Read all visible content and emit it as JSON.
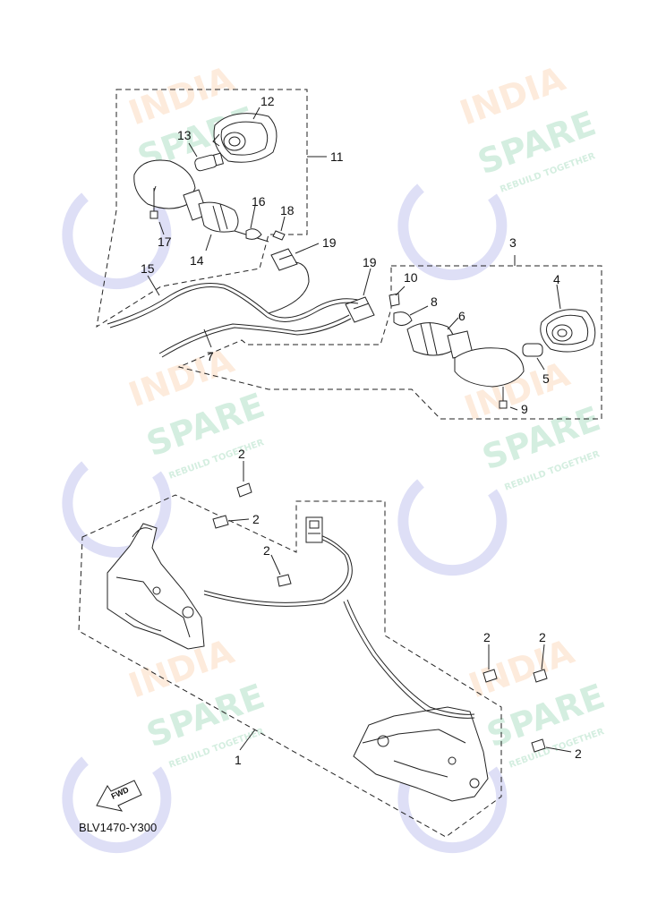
{
  "diagram_code": "BLV1470-Y300",
  "fwd_label": "FWD",
  "watermark": {
    "line1": "INDIA",
    "line2": "SPARE",
    "tagline": "REBUILD TOGETHER"
  },
  "callouts": {
    "c1": "1",
    "c2": "2",
    "c3": "3",
    "c4": "4",
    "c5": "5",
    "c6": "6",
    "c7": "7",
    "c8": "8",
    "c9": "9",
    "c10": "10",
    "c11": "11",
    "c12": "12",
    "c13": "13",
    "c14": "14",
    "c15": "15",
    "c16": "16",
    "c17": "17",
    "c18": "18",
    "c19": "19"
  },
  "colors": {
    "line": "#222222",
    "watermark_orange": "#f4a460",
    "watermark_green": "#3cb371",
    "watermark_blue": "#6a6fd6"
  }
}
